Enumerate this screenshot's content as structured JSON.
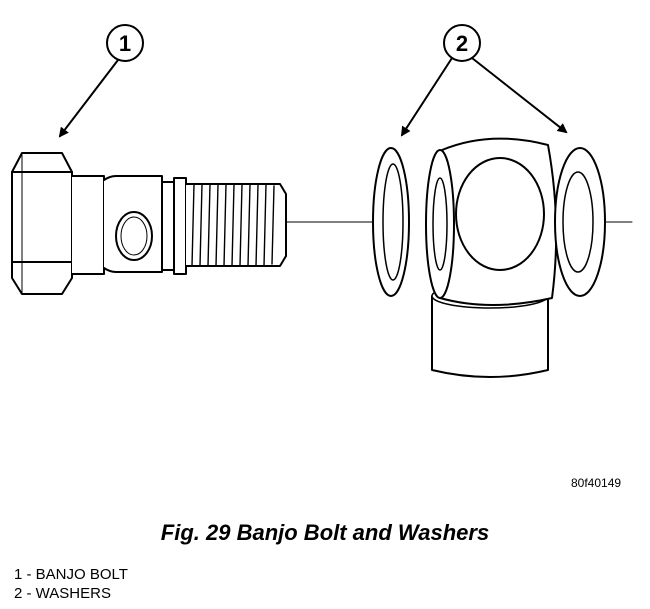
{
  "figure": {
    "code": "80f40149",
    "caption": "Fig. 29 Banjo Bolt and Washers"
  },
  "callouts": [
    {
      "number": "1"
    },
    {
      "number": "2"
    }
  ],
  "legend": [
    "1 - BANJO BOLT",
    "2 - WASHERS"
  ]
}
